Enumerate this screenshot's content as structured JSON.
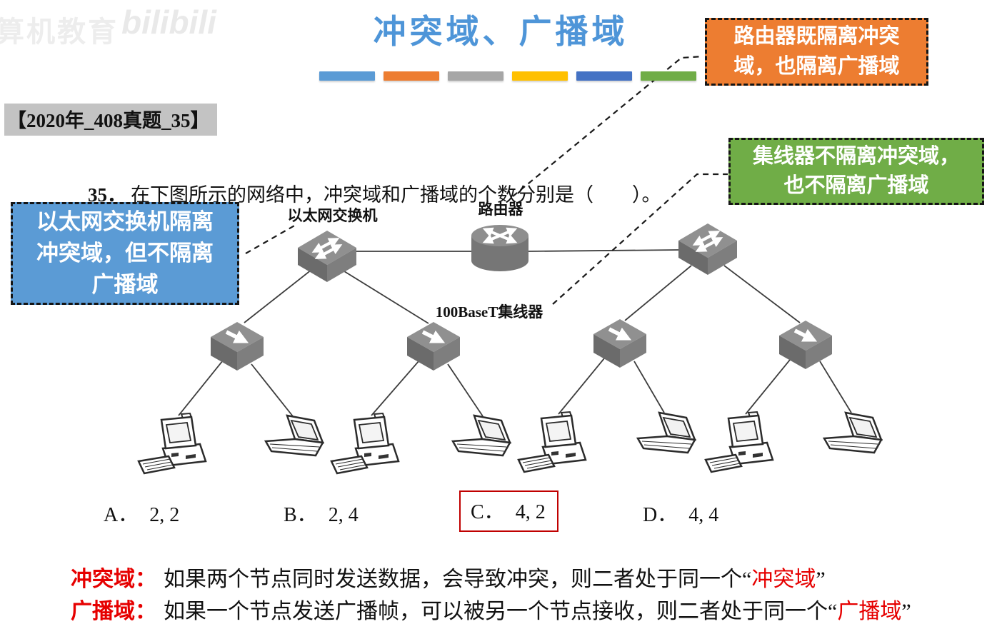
{
  "watermark": {
    "brand_text": "算机教育",
    "logo_text": "bilibili"
  },
  "header": {
    "title": "冲突域、广播域",
    "title_color": "#4E95D8",
    "bar_colors": [
      "#5B9BD5",
      "#ED7D31",
      "#A6A6A6",
      "#FFC000",
      "#4472C4",
      "#70AD47"
    ]
  },
  "tag": {
    "text": "【2020年_408真题_35】"
  },
  "question": {
    "number": "35．",
    "text": "在下图所示的网络中，冲突域和广播域的个数分别是（　　）。"
  },
  "callouts": {
    "switch_note": {
      "bg": "#5B9BD5",
      "lines": [
        "以太网交换机隔离",
        "冲突域，但不隔离",
        "广播域"
      ]
    },
    "router_note": {
      "bg": "#ED7D31",
      "lines": [
        "路由器既隔离冲突",
        "域，也隔离广播域"
      ]
    },
    "hub_note": {
      "bg": "#70AD47",
      "lines": [
        "集线器不隔离冲突域，",
        "也不隔离广播域"
      ]
    }
  },
  "diagram": {
    "switch_label": "以太网交换机",
    "router_label": "路由器",
    "hub_label": "100BaseT集线器",
    "device_counts": {
      "switches": 2,
      "routers": 1,
      "hubs": 4,
      "desktop_pcs": 4,
      "laptops": 4
    }
  },
  "options": [
    {
      "label": "A．",
      "value": "2, 2",
      "boxed": false
    },
    {
      "label": "B．",
      "value": "2, 4",
      "boxed": false
    },
    {
      "label": "C．",
      "value": "4, 2",
      "boxed": true
    },
    {
      "label": "D．",
      "value": "4, 4",
      "boxed": false
    }
  ],
  "answer_box_color": "#C00000",
  "definition_red": "#E60000",
  "definitions": [
    {
      "term": "冲突域：",
      "body": "如果两个节点同时发送数据，会导致冲突，则二者处于同一个",
      "open_quote": "“",
      "highlight": "冲突域",
      "close_quote": "”"
    },
    {
      "term": "广播域：",
      "body": "如果一个节点发送广播帧，可以被另一个节点接收，则二者处于同一个",
      "open_quote": "“",
      "highlight": "广播域",
      "close_quote": "”"
    }
  ]
}
